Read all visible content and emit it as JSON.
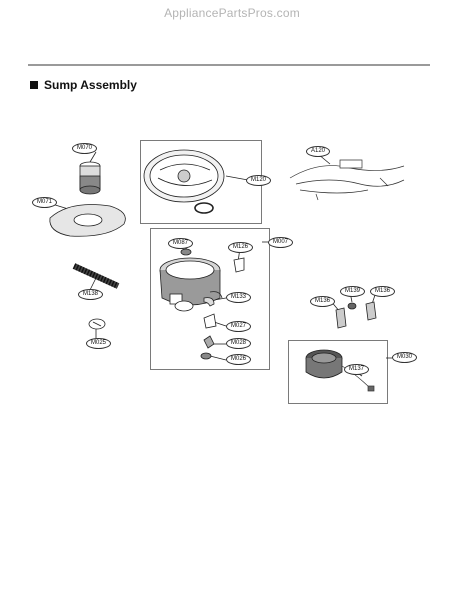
{
  "watermark": "AppliancePartsPros.com",
  "section_title": "Sump Assembly",
  "labels": {
    "m070": "M070",
    "m071": "M071",
    "m138": "M138",
    "m025": "M025",
    "m120": "M120",
    "a120": "A120",
    "m087": "M087",
    "m126": "M126",
    "m007": "M007",
    "m133": "M133",
    "m027": "M027",
    "m028": "M028",
    "m026": "M026",
    "m139": "M139",
    "m136a": "M136",
    "m136b": "M136",
    "m030": "M030",
    "m137": "M137"
  }
}
